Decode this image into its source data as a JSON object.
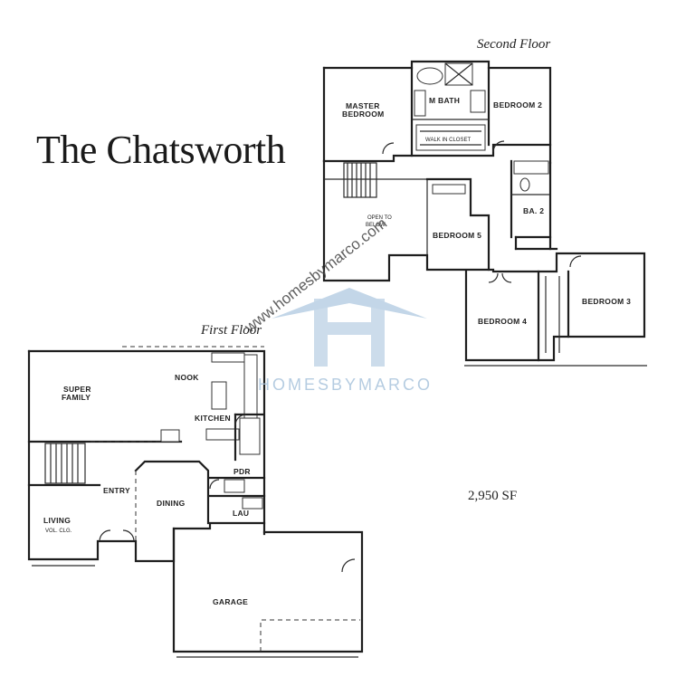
{
  "title": "The Chatsworth",
  "second_floor_label": "Second Floor",
  "first_floor_label": "First Floor",
  "square_feet": "2,950 SF",
  "watermark": {
    "url": "www.homesbymarco.com",
    "brand": "HOMESBYMARCO",
    "logo_color": "#b9d0e4"
  },
  "second_floor_rooms": {
    "master_bedroom_1": "MASTER",
    "master_bedroom_2": "BEDROOM",
    "master_bath": "M BATH",
    "walk_in_closet": "WALK IN CLOSET",
    "bedroom2": "BEDROOM 2",
    "bath2": "BA. 2",
    "open_to_below_1": "OPEN TO",
    "open_to_below_2": "BELOW",
    "bedroom5": "BEDROOM 5",
    "bedroom4": "BEDROOM 4",
    "bedroom3": "BEDROOM 3"
  },
  "first_floor_rooms": {
    "super_family_1": "SUPER",
    "super_family_2": "FAMILY",
    "nook": "NOOK",
    "kitchen": "KITCHEN",
    "entry": "ENTRY",
    "dining": "DINING",
    "pdr": "PDR",
    "lau": "LAU",
    "living": "LIVING",
    "living_note": "VOL. CLG.",
    "garage": "GARAGE"
  }
}
